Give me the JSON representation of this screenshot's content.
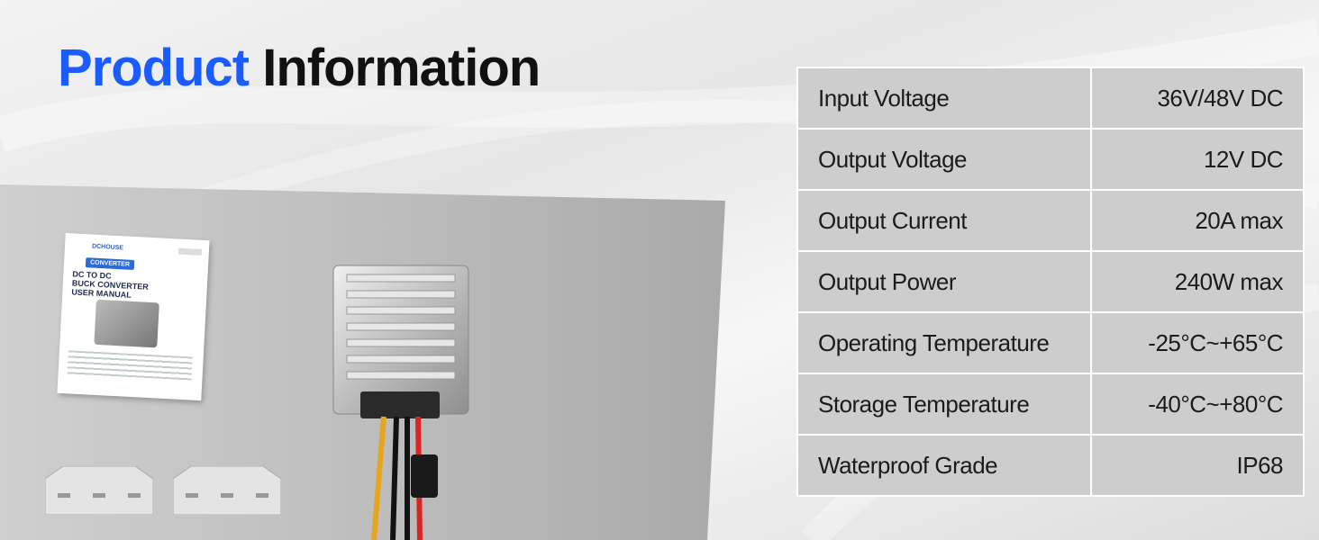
{
  "title": {
    "accent": "Product",
    "rest": "Information"
  },
  "manual": {
    "brand": "DCHOUSE",
    "tag": "CONVERTER",
    "title": "DC TO DC\nBUCK CONVERTER\nUSER MANUAL"
  },
  "specs": [
    {
      "label": "Input Voltage",
      "value": "36V/48V DC"
    },
    {
      "label": "Output Voltage",
      "value": "12V DC"
    },
    {
      "label": "Output Current",
      "value": "20A max"
    },
    {
      "label": "Output Power",
      "value": "240W max"
    },
    {
      "label": "Operating Temperature",
      "value": "-25°C~+65°C"
    },
    {
      "label": "Storage Temperature",
      "value": "-40°C~+80°C"
    },
    {
      "label": "Waterproof Grade",
      "value": "IP68"
    }
  ],
  "colors": {
    "accent": "#1a5cff",
    "cell": "#cdcdcd",
    "border": "#ffffff"
  }
}
